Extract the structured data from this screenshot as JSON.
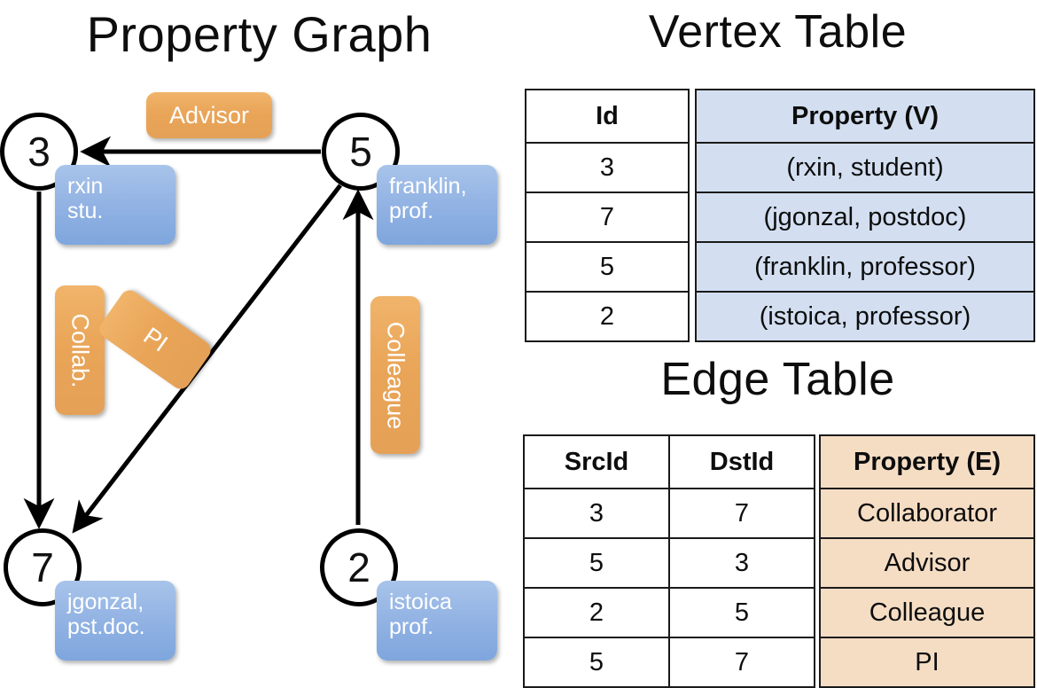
{
  "titles": {
    "property_graph": "Property Graph",
    "vertex_table": "Vertex Table",
    "edge_table": "Edge Table"
  },
  "graph": {
    "vertices": [
      {
        "id": "3",
        "name": "rxin",
        "role": "stu."
      },
      {
        "id": "5",
        "name": "franklin,",
        "role": "prof."
      },
      {
        "id": "7",
        "name": "jgonzal,",
        "role": "pst.doc."
      },
      {
        "id": "2",
        "name": "istoica",
        "role": "prof."
      }
    ],
    "edge_labels": [
      {
        "text": "Advisor"
      },
      {
        "text": "Collab."
      },
      {
        "text": "PI"
      },
      {
        "text": "Colleague"
      }
    ]
  },
  "vertex_table": {
    "headers": [
      "Id",
      "Property (V)"
    ],
    "rows": [
      {
        "id": "3",
        "property": "(rxin, student)"
      },
      {
        "id": "7",
        "property": "(jgonzal, postdoc)"
      },
      {
        "id": "5",
        "property": "(franklin, professor)"
      },
      {
        "id": "2",
        "property": "(istoica, professor)"
      }
    ]
  },
  "edge_table": {
    "headers": [
      "SrcId",
      "DstId",
      "Property (E)"
    ],
    "rows": [
      {
        "src": "3",
        "dst": "7",
        "property": "Collaborator"
      },
      {
        "src": "5",
        "dst": "3",
        "property": "Advisor"
      },
      {
        "src": "2",
        "dst": "5",
        "property": "Colleague"
      },
      {
        "src": "5",
        "dst": "7",
        "property": "PI"
      }
    ]
  },
  "colors": {
    "vertex_property_fill": "#94b4e4",
    "edge_label_fill": "#e9a457",
    "vertex_table_cell": "#d3dff1",
    "edge_table_cell": "#f5ddc4",
    "stroke": "#000000",
    "background": "#ffffff"
  }
}
